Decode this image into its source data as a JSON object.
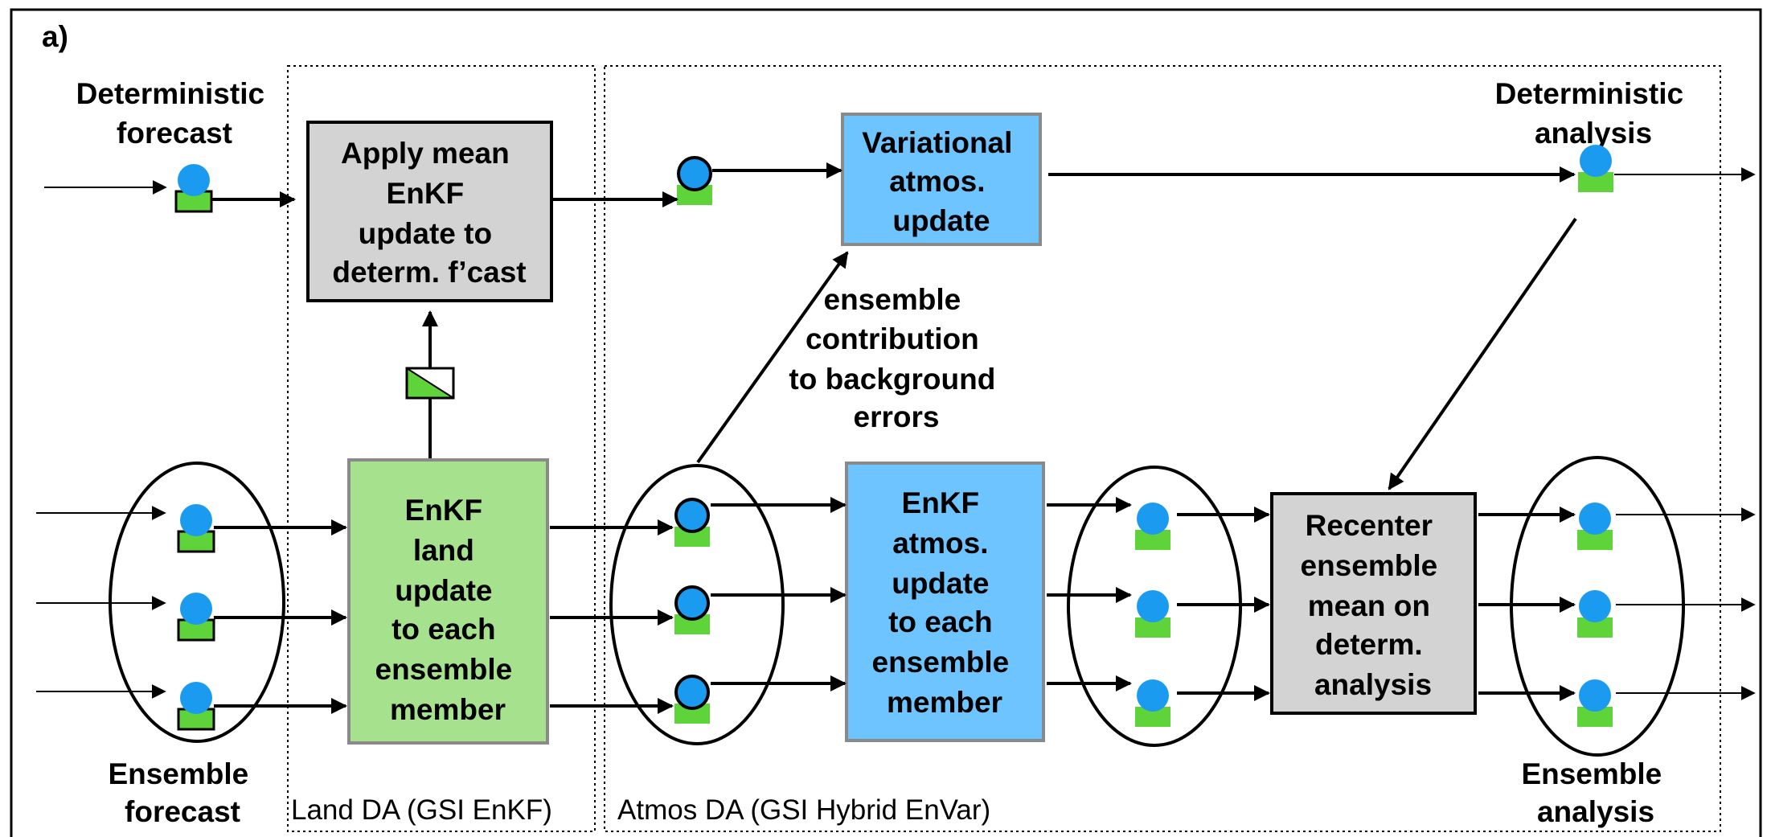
{
  "panel_label": "a)",
  "labels": {
    "deterministic_forecast": [
      "Deterministic",
      "forecast"
    ],
    "deterministic_analysis": [
      "Deterministic",
      "analysis"
    ],
    "ensemble_forecast": [
      "Ensemble",
      "forecast"
    ],
    "ensemble_analysis": [
      "Ensemble",
      "analysis"
    ],
    "ensemble_contribution": [
      "ensemble",
      "contribution",
      "to background",
      "errors"
    ]
  },
  "boxes": {
    "apply_mean": [
      "Apply mean",
      "EnKF",
      "update to",
      "determ. f’cast"
    ],
    "variational": [
      "Variational",
      "atmos.",
      "update"
    ],
    "enkf_land": [
      "EnKF",
      "land",
      "update",
      "to each",
      "ensemble",
      "member"
    ],
    "enkf_atmos": [
      "EnKF",
      "atmos.",
      "update",
      "to each",
      "ensemble",
      "member"
    ],
    "recenter": [
      "Recenter",
      "ensemble",
      "mean on",
      "determ.",
      "analysis"
    ]
  },
  "regions": {
    "land": "Land DA (GSI EnKF)",
    "atmos": "Atmos DA (GSI Hybrid EnVar)"
  },
  "colors": {
    "land_green": "#a6e28e",
    "atmos_blue": "#6ec4ff",
    "gray": "#d3d3d3",
    "state_circle": "#1a9bf0",
    "state_rect": "#5fd43a"
  }
}
